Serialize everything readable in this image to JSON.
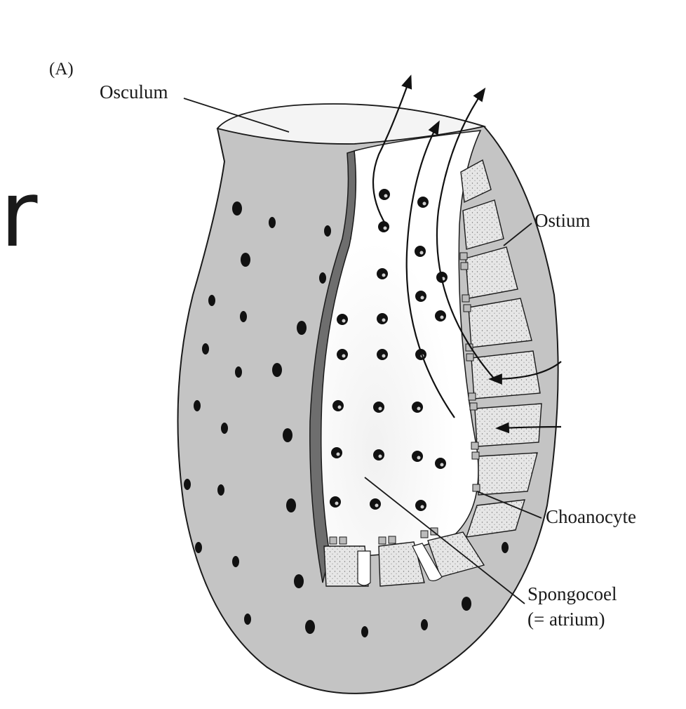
{
  "panel_label": "(A)",
  "edge_glyph": "r",
  "labels": {
    "osculum": "Osculum",
    "ostium": "Ostium",
    "choanocyte": "Choanocyte",
    "spongocoel_line1": "Spongocoel",
    "spongocoel_line2": "(= atrium)"
  },
  "colors": {
    "body_fill": "#c4c4c4",
    "cavity_fill": "#ffffff",
    "line": "#1a1a1a",
    "wall_fill": "#e2e2e2"
  }
}
